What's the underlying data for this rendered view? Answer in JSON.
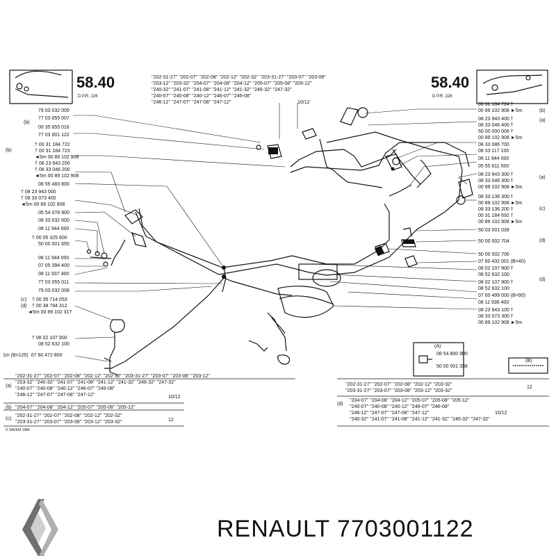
{
  "header": {
    "left_page": "58.40",
    "right_page": "58.40",
    "left_sub": "D      P.R. 226",
    "right_sub": "D      P.R. 226",
    "center_rows": [
      "''202-31-27'' ''202-07'' ''202-08'' ''202-12'' ''202-32'' ''203-31-27'' ''203-07'' ''203-08''",
      "''203-12'' ''203-32'' ''204-07'' ''204-08'' ''204-12'' ''205-07'' ''205-08'' ''205-12''",
      "''240-32'' ''241-07'' ''241-08'' ''241-12'' ''241-32'' ''246-32'' ''247-32''",
      "''240-07'' ''240-08'' ''240-12'' ''246-07'' ''246-08''",
      "''246-12'' ''247-07'' ''247-08'' ''247-12''"
    ],
    "center_suffix": "10/12"
  },
  "left_parts": [
    {
      "text": "79 03 032 009"
    },
    {
      "text": "77 03 055 007"
    },
    {
      "text": "00 35 655 016"
    },
    {
      "text": "77 03 001 122"
    },
    {
      "text": "† 00 31 184 722"
    },
    {
      "text": "† 00 31 184 723"
    },
    {
      "text": "◄5m 00 89 102 908"
    },
    {
      "text": "† 08 23 943 200"
    },
    {
      "text": "† 08 33 046 200"
    },
    {
      "text": "◄5m 00 89 102 908"
    },
    {
      "text": "08 55 483 800"
    },
    {
      "text": "† 08 23 943 000"
    },
    {
      "text": "† 08 33 073 400"
    },
    {
      "text": "◄5m 00 89 102 908"
    },
    {
      "text": "05 54 078 900"
    },
    {
      "text": "08 33 032 600"
    },
    {
      "text": "08 11 944 000"
    },
    {
      "text": "† 00 05 325 600"
    },
    {
      "text": "50 00 001 655"
    },
    {
      "text": "08 11 944 000"
    },
    {
      "text": "07 05 394 400"
    },
    {
      "text": "08 11 937 400"
    },
    {
      "text": "77 03 055 011"
    },
    {
      "text": "79 03 032 008"
    },
    {
      "text": "† 00 35 714 053"
    },
    {
      "text": "† 00 38 784 312"
    },
    {
      "text": "◄5m 00 89 102 317"
    },
    {
      "text": "† 08 02 107 900"
    },
    {
      "text": "08 52 632 100"
    },
    {
      "text": "1m (B=125)  07 60 472 800"
    }
  ],
  "left_markers": {
    "b1": "(b)",
    "b2": "(b)",
    "c": "(c)",
    "d": "(d)"
  },
  "right_parts": [
    {
      "text": "00 31 184 724 †"
    },
    {
      "text": "00 89 102 908 ►5m"
    },
    {
      "text": "08 23 943 400 †"
    },
    {
      "text": "08 33 046 400 †"
    },
    {
      "text": "50 00 000 006 †"
    },
    {
      "text": "00 89 102 908 ►5m"
    },
    {
      "text": "08 33 086 700"
    },
    {
      "text": "08 33 117 100"
    },
    {
      "text": "06 11 944 000"
    },
    {
      "text": "05 55 611 500"
    },
    {
      "text": "08 23 943 300 †"
    },
    {
      "text": "08 33 046 300 †"
    },
    {
      "text": "00 89 102 908 ►5m"
    },
    {
      "text": "08 33 136 300 †"
    },
    {
      "text": "00 89 102 908 ►5m"
    },
    {
      "text": "08 33 136 200 †"
    },
    {
      "text": "00 31 184 692 †"
    },
    {
      "text": "00 89 102 908 ►5m"
    },
    {
      "text": "50 03 001 039"
    },
    {
      "text": "50 00 002 704"
    },
    {
      "text": "50 00 002 706"
    },
    {
      "text": "07 60 432 001 (B=40)"
    },
    {
      "text": "08 02 107 900 †"
    },
    {
      "text": "08 52 632 100"
    },
    {
      "text": "08 02 107 900 †"
    },
    {
      "text": "08 52 632 100"
    },
    {
      "text": "07 60 499 000 (B=90)"
    },
    {
      "text": "08 11 936 400"
    },
    {
      "text": "08 23 943 100 †"
    },
    {
      "text": "08 33 073 300 †"
    },
    {
      "text": "00 89 102 908 ►5m"
    }
  ],
  "right_markers": {
    "b": "(b)",
    "a1": "(a)",
    "a2": "(a)",
    "c": "(c)",
    "d": "(d)",
    "fd": "(d)"
  },
  "callout_a": {
    "label": "(A)",
    "part1": "08 54 800 900",
    "part2": "50 00 001 338"
  },
  "callout_b": {
    "label": "(B)"
  },
  "bottom_left_table": {
    "a": [
      "''202-31-27'' ''202-07'' ''202-08'' ''202-12'' ''202-32'' ''203-31-27'' ''203-07'' ''203-08'' ''203-12''",
      "''203-32'' ''240-32'' ''241-07'' ''241-08'' ''241-12'' ''241-32'' ''246-32'' ''247-32''",
      "''240-07'' ''240-08'' ''240-12'' ''246-07'' ''246-08''",
      "''246-12'' ''247-07'' ''247-08'' ''247-12''"
    ],
    "a_suffix": "10/12",
    "b": "''204-07'' ''204-08'' ''204-12'' ''205-07'' ''205-08'' ''205-12''",
    "c": [
      "''202-31-27'' ''202-07'' ''202-08'' ''202-12'' ''202-32''",
      "''203-31-27'' ''203-07'' ''203-08'' ''203-12'' ''203-32''"
    ],
    "c_suffix": "12",
    "labels": {
      "a": "(a)",
      "b": "(b)",
      "c": "(c)"
    },
    "copyright": "© SAVEM 1984"
  },
  "bottom_right_table": {
    "top": [
      "''202-31-27'' ''202-07'' ''202-08'' ''202-12'' ''203-32''",
      "''203-31-27'' ''203-07'' ''203-08'' ''203-12'' ''203-32''"
    ],
    "top_suffix": "12",
    "d": [
      "''204-07'' ''204-08'' ''204-12'' ''205-07'' ''205-08'' ''205-12''",
      "''240-07'' ''240-08'' ''240-12'' ''246-07'' ''246-08''",
      "''246-12'' ''247-07'' ''247-08'' ''247-12''",
      "''240-32'' ''241-07'' ''241-08'' ''241-12'' ''241-32'' ''246-32'' ''247-32''"
    ],
    "d_suffix": "10/12",
    "label_d": "(d)"
  },
  "footer": {
    "brand_text": "RENAULT 7703001122"
  },
  "icons": {
    "logo": "renault-diamond-logo"
  }
}
